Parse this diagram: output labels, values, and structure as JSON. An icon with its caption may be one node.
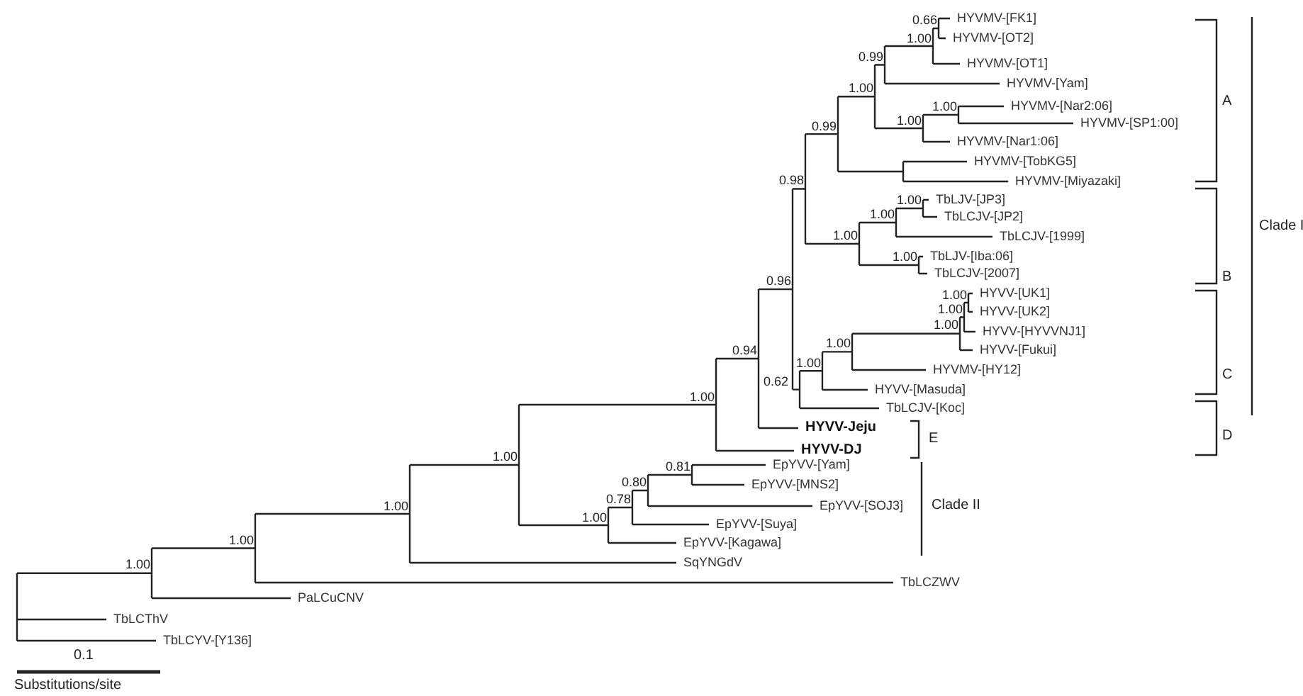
{
  "diagram": {
    "labels": [
      "0.66",
      "HYVMV-[FK1]",
      "1.00",
      "HYVMV-[OT2]",
      "0.99",
      "HYVMV-[OT1]",
      "1.00",
      "HYVMV-[Yam]",
      "A",
      "1.00",
      "HYVMV-[Nar2:06]",
      "0.99",
      "1.00",
      "HYVMV-[SP1:00]",
      "HYVMV-[Nar1:06]",
      "HYVMV-[TobKG5]",
      "0.98",
      "HYVMV-[Miyazaki]",
      "1.00",
      "TbLJV-[JP3]",
      "1.00",
      "TbLCJV-[JP2]",
      "Clade I",
      "1.00",
      "TbLCJV-[1999]",
      "B",
      "1.00",
      "TbLJV-[Iba:06]",
      "TbLCJV-[2007]",
      "0.96",
      "1.00",
      "HYVV-[UK1]",
      "1.00",
      "HYVV-[UK2]",
      "0.94",
      "1.00",
      "HYVV-[HYVVNJ1]",
      "C",
      "1.00",
      "HYVV-[Fukui]",
      "1.00",
      "HYVMV-[HY12]",
      "1.00",
      "0.62",
      "HYVV-[Masuda]",
      "TbLCJV-[Koc]",
      "D",
      "HYVV-Jeju",
      "HYVV-DJ",
      "E",
      "1.00",
      "0.81",
      "EpYVV-[Yam]",
      "0.80",
      "EpYVV-[MNS2]",
      "1.00",
      "0.78",
      "EpYVV-[SOJ3]",
      "Clade II",
      "1.00",
      "EpYVV-[Suya]",
      "EpYVV-[Kagawa]",
      "1.00",
      "SqYNGdV",
      "TbLCZWV",
      "1.00",
      "PaLCuCNV",
      "TbLCThV",
      "TbLCYV-[Y136]",
      "0.1",
      "Substitutions/site"
    ]
  }
}
